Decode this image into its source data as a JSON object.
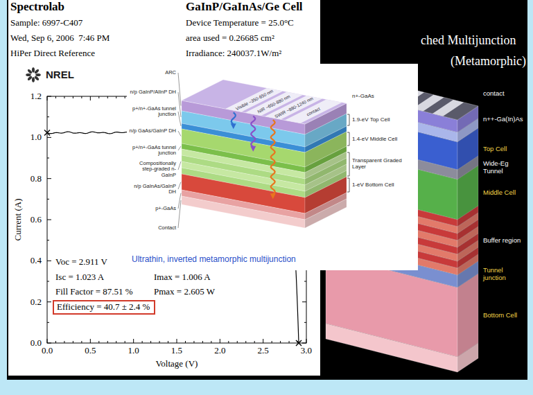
{
  "diagram": {
    "nodes": [
      {
        "text": [
          "Efficiency = 40.7 ± 2.4 %"
        ]
      }
    ],
    "labels": [
      "Spectrolab",
      "GaInP/GaInAs/Ge Cell",
      "Sample: 6997-C407",
      "Device Temperature = 25.0°C",
      "Wed, Sep 6, 2006  7:46 PM",
      "area used = 0.26685 cm²",
      "HiPer Direct Reference",
      "Irradiance: 240037.1W/m²",
      "NREL",
      "1.2",
      "1.0",
      "0.8",
      "0.6",
      "0.4",
      "0.2",
      "0.0",
      "Current (A)",
      "Voc = 2.911 V",
      "Isc = 1.023 A",
      "Imax = 1.006 A",
      "Fill Factor = 87.51 %",
      "Pmax = 2.605 W",
      "0.0",
      "0.5",
      "1.0",
      "1.5",
      "2.0",
      "2.5",
      "3.0",
      "Voltage (V)",
      "Visible ~350-650 nm",
      "NIR ~650-880 nm",
      "SWIR ~880-1240 nm",
      "contact",
      "ARC",
      "n/p GaInP/AlInP DH",
      "p+/n+-GaAs tunnel junction",
      "n/p GaAs/GaInP DH",
      "p+/n+-GaAs tunnel junction",
      "Compositionally step-graded n-GaInP",
      "n/p GaInAs/GaInP DH",
      "p+-GaAs",
      "Contact",
      "n+-GaAs",
      "1.9-eV Top Cell",
      "1.4-eV Middle Cell",
      "Transparent Graded Layer",
      "1-eV Bottom Cell",
      "Ultrathin, inverted metamorphic multijunction",
      "ched Multijunction",
      "(Metamorphic)",
      "contact",
      "n++-Ga(In)As",
      "Top Cell",
      "Wide-Eg Tunnel",
      "Middle Cell",
      "Buffer region",
      "Tunnel junction",
      "Bottom Cell"
    ]
  }
}
